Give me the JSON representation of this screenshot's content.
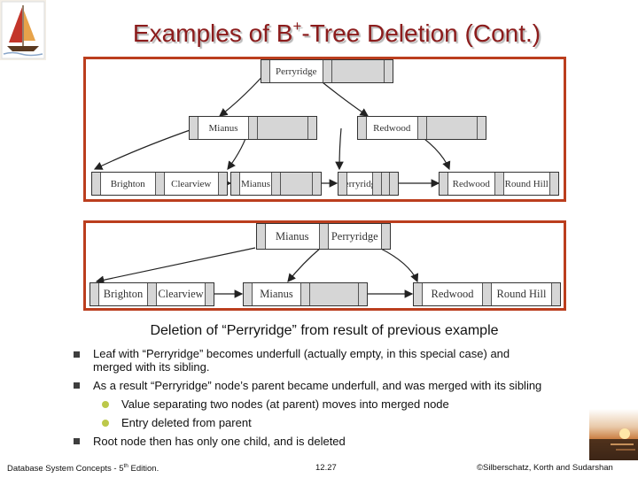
{
  "slide": {
    "title_before": "Examples of B",
    "title_sup": "+",
    "title_after": "-Tree Deletion (Cont.)"
  },
  "figure_top": {
    "root": [
      "Perryridge",
      ""
    ],
    "left_internal": [
      "Mianus",
      ""
    ],
    "right_internal": [
      "Redwood",
      ""
    ],
    "leaf_1": [
      "Brighton",
      "Clearview"
    ],
    "leaf_2": [
      "Mianus",
      ""
    ],
    "leaf_3": [
      "Perryridge",
      ""
    ],
    "leaf_4": [
      "Redwood",
      "Round Hill"
    ]
  },
  "figure_bottom": {
    "root": [
      "Mianus",
      "Perryridge"
    ],
    "leaf_1": [
      "Brighton",
      "Clearview"
    ],
    "leaf_2": [
      "Mianus",
      ""
    ],
    "leaf_3": [
      "Redwood",
      "Round Hill"
    ]
  },
  "caption": "Deletion of “Perryridge” from result of previous example",
  "bullets": [
    {
      "text": "Leaf with “Perryridge” becomes underfull (actually empty, in this special case) and",
      "text2": "merged with its sibling."
    },
    {
      "text": "As a result “Perryridge” node’s parent became underfull, and was merged with its sibling"
    },
    {
      "text": "Value separating two nodes (at parent) moves into merged node"
    },
    {
      "text": "Entry deleted from parent"
    },
    {
      "text": "Root node then has only one child, and is deleted"
    }
  ],
  "footer": {
    "book_before": "Database System Concepts - 5",
    "book_sup": "th",
    "book_after": " Edition.",
    "page": "12.27",
    "copyright": "©Silberschatz, Korth and Sudarshan"
  },
  "colors": {
    "title": "#8c1c1c",
    "figure_border": "#bb3e1e",
    "sub_bullet": "#bcc84a"
  }
}
